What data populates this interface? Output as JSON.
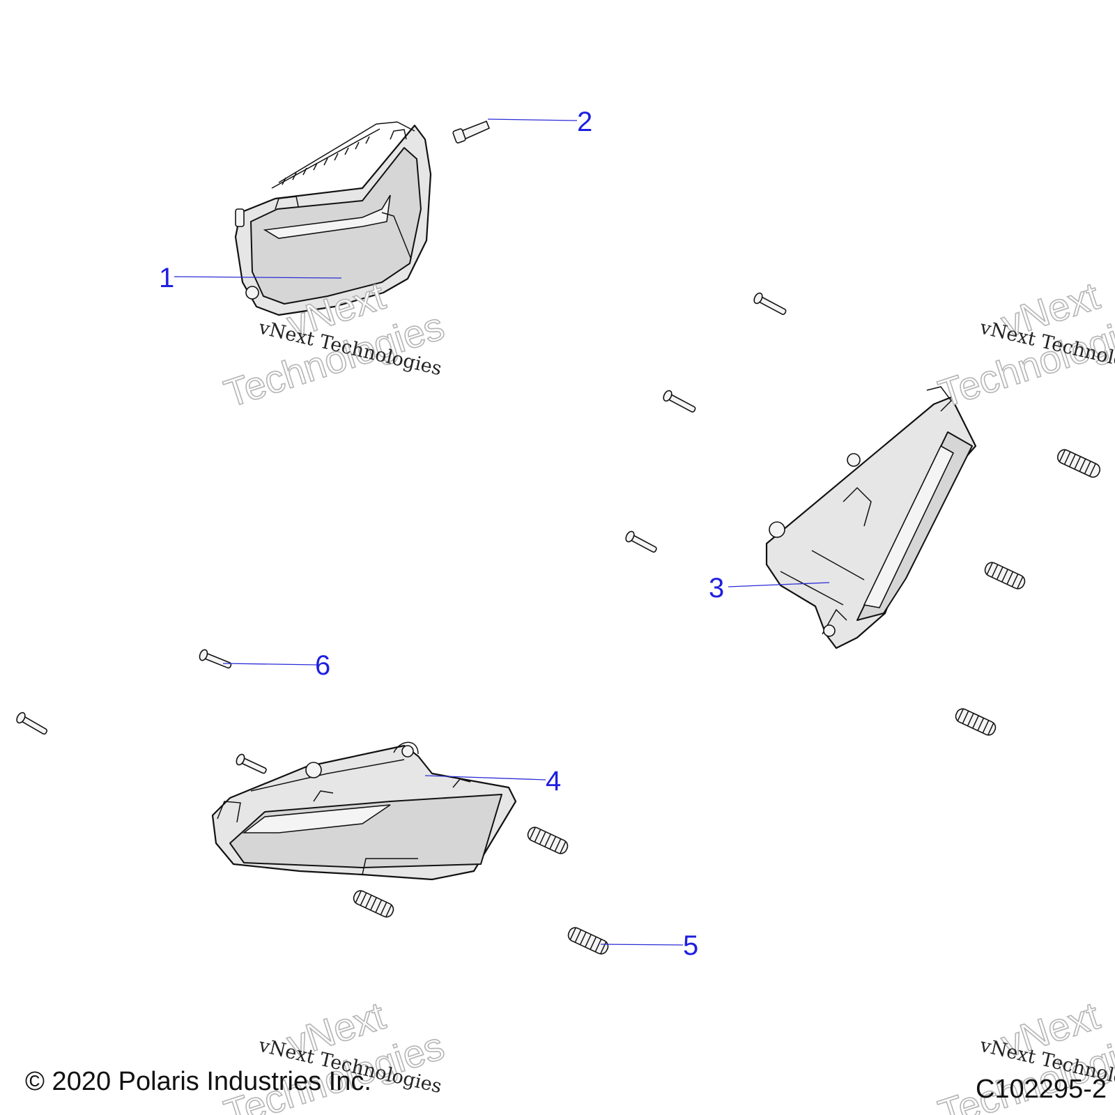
{
  "callouts": [
    {
      "label": "1"
    },
    {
      "label": "2"
    },
    {
      "label": "3"
    },
    {
      "label": "4"
    },
    {
      "label": "5"
    },
    {
      "label": "6"
    }
  ],
  "watermark": {
    "line": "vNext Technologies",
    "big_top": "vNext",
    "big_bottom": "Technologies"
  },
  "footer": {
    "copyright": "© 2020 Polaris Industries Inc.",
    "diagram_id": "C102295-2"
  },
  "colors": {
    "callout": "#1f1fe0",
    "outline": "#111111",
    "part_fill": "#e6e6e6"
  }
}
